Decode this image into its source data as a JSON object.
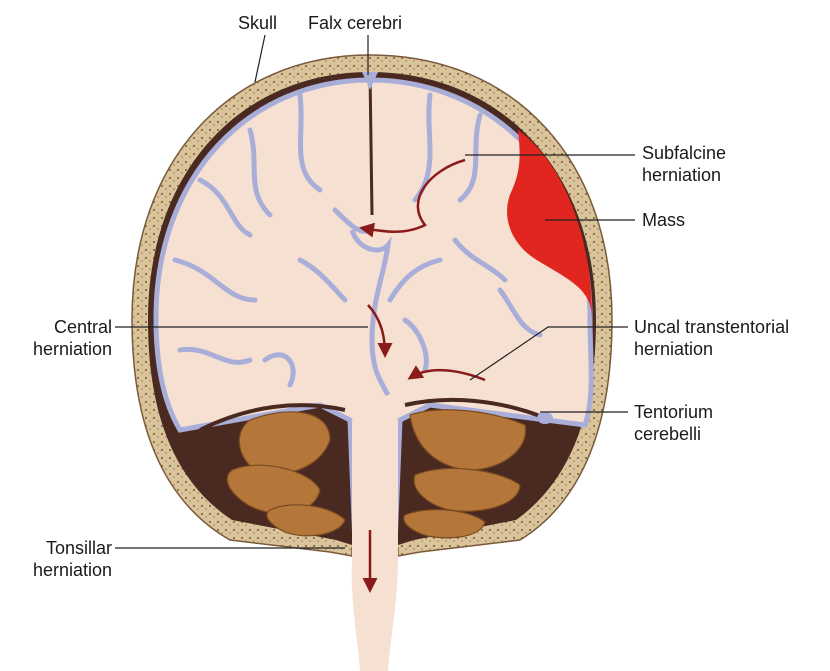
{
  "labels": {
    "skull": "Skull",
    "falx": "Falx cerebri",
    "subfalcine": [
      "Subfalcine",
      "herniation"
    ],
    "mass": "Mass",
    "central": [
      "Central",
      "herniation"
    ],
    "uncal": [
      "Uncal transtentorial",
      "herniation"
    ],
    "tentorium": [
      "Tentorium",
      "cerebelli"
    ],
    "tonsillar": [
      "Tonsillar",
      "herniation"
    ]
  },
  "colors": {
    "skull": "#d8c29a",
    "brain": "#f6e0d2",
    "csf": "#a9aed8",
    "dura": "#4a2a20",
    "mass": "#e0261f",
    "cerebellum": "#b5763a",
    "arrow": "#8b1a1a"
  }
}
